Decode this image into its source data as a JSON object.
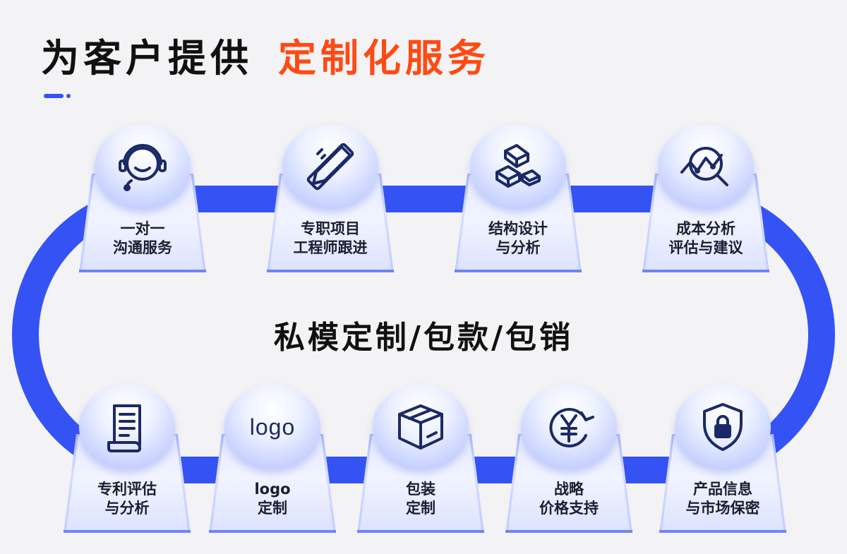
{
  "title": {
    "part1": "为客户提供",
    "part2": "定制化服务"
  },
  "center_text": "私模定制/包款/包销",
  "colors": {
    "accent": "#3552f5",
    "title_highlight": "#ff4a12",
    "icon": "#1b2a66"
  },
  "top_cards": [
    {
      "icon": "headset-icon",
      "line1": "一对一",
      "line2": "沟通服务"
    },
    {
      "icon": "ruler-pencil-icon",
      "line1": "专职项目",
      "line2": "工程师跟进"
    },
    {
      "icon": "structure-blocks-icon",
      "line1": "结构设计",
      "line2": "与分析"
    },
    {
      "icon": "analysis-magnifier-icon",
      "line1": "成本分析",
      "line2": "评估与建议"
    }
  ],
  "bottom_cards": [
    {
      "icon": "document-scroll-icon",
      "line1": "专利评估",
      "line2": "与分析"
    },
    {
      "icon": "logo-icon",
      "icon_text": "logo",
      "line1": "logo",
      "line2": "定制"
    },
    {
      "icon": "package-box-icon",
      "line1": "包装",
      "line2": "定制"
    },
    {
      "icon": "yuan-coin-icon",
      "line1": "战略",
      "line2": "价格支持"
    },
    {
      "icon": "shield-lock-icon",
      "line1": "产品信息",
      "line2": "与市场保密"
    }
  ]
}
